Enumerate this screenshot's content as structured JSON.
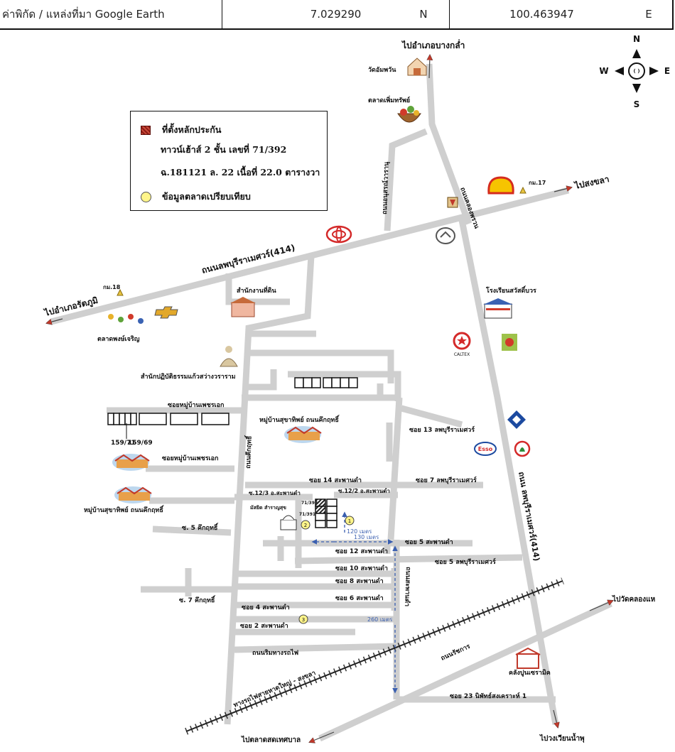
{
  "header": {
    "label": "ค่าพิกัด / แหล่งที่มา Google Earth",
    "latitude": "7.029290",
    "lat_dir": "N",
    "longitude": "100.463947",
    "lon_dir": "E"
  },
  "legend": {
    "collateral": "ที่ตั้งหลักประกัน",
    "property_line1": "ทาวน์เฮ้าส์ 2 ชั้น เลขที่ 71/392",
    "property_line2": "ฉ.181121 ล. 22  เนื้อที่ 22.0 ตารางวา",
    "comparables": "ข้อมูลตลาดเปรียบเทียบ"
  },
  "compass": {
    "n": "N",
    "s": "S",
    "e": "E",
    "w": "W"
  },
  "labels": {
    "to_bang_klam": "ไปอำเภอบางกล่ำ",
    "to_songkhla": "ไปสงขลา",
    "to_rattaphum": "ไปอำเภอรัตภูมิ",
    "to_wat_khlong_hae": "ไปวัดคลองแห",
    "to_market_thesaban": "ไปตลาดสดเทศบาล",
    "to_wiang_nam_phu": "ไปวงเวียนน้ำพุ",
    "wat_am_phawan": "วัดอัมพวัน",
    "talat_phoem_sap": "ตลาดเพิ่มทรัพย์",
    "km17": "กม.17",
    "km18": "กม.18",
    "road_414_main": "ถนนลพบุรีราเมศวร์(414)",
    "road_414_vertical": "ถนน ลพบุรีราเมศวร์(414)",
    "road_khlong_phawan": "ถนนคลองพรวน",
    "road_yanotthun": "ถนนอนุสรณ์วารานุ",
    "land_office": "สำนักงานที่ดิน",
    "school": "โรงเรียนสวัสดิ์บวร",
    "caltex": "CALTEX",
    "esso": "Esso",
    "talat_phong_charoen": "ตลาดพงษ์เจริญ",
    "meditation_center": "สำนักปฏิบัติธรรมแก้วสว่างวราราม",
    "soi_mooban_phet_ek_1": "ซอยหมู่บ้านเพชรเอก",
    "soi_mooban_phet_ek_2": "ซอยหมู่บ้านเพชรเอก",
    "house_15971": "159/71",
    "house_15969": "159/69",
    "village_suchathip_1": "หมู่บ้านสุขาทิพย์ ถนนคึกฤทธิ์",
    "village_suchathip_2": "หมู่บ้านสุขาทิพย์ ถนนคึกฤทธิ์",
    "road_khukrit": "ถนนคึกฤทธิ์",
    "soi13_lopburi": "ซอย 13 ลพบุรีราเมศวร์",
    "soi7_lopburi": "ซอย 7 ลพบุรีราเมศวร์",
    "soi5_lopburi": "ซอย 5 ลพบุรีราเมศวร์",
    "soi14_saphan": "ซอย 14 สะพานดำ",
    "soi12_3": "ซ.12/3 อ.สะพานดำ",
    "soi12_2": "ซ.12/2 อ.สะพานดำ",
    "mosque": "มัสยิด สำราญสุข",
    "unit_71393": "71/393",
    "unit_71391": "71/391",
    "dist_120": "120 เมตร",
    "dist_130": "130 เมตร",
    "dist_260": "260 เมตร",
    "soi5_khukrit": "ซ. 5 คึกฤทธิ์",
    "soi5_saphan": "ซอย 5 สะพานดำ",
    "soi12_saphan": "ซอย 12 สะพานดำ",
    "soi10_saphan": "ซอย 10 สะพานดำ",
    "soi8_saphan": "ซอย 8 สะพานดำ",
    "soi6_saphan": "ซอย 6 สะพานดำ",
    "soi7_khukrit": "ซ. 7 คึกฤทธิ์",
    "soi4_saphan": "ซอย 4 สะพานดำ",
    "soi2_saphan": "ซอย 2 สะพานดำ",
    "road_saphan_dam": "ถนนสะพานดำ",
    "road_railway": "ถนนริมทางรถไฟ",
    "railway": "ทางรถไฟสายหาดใหญ่ - สงขลา",
    "road_ratchakan": "ถนนรัชการ",
    "warehouse": "คลังปูนเซรามิค",
    "soi23_nipphat": "ซอย 23 นิพัทธ์สงเคราะห์ 1",
    "marker1": "1",
    "marker2": "2",
    "marker3": "3"
  },
  "colors": {
    "road": "#cfcfcf",
    "arrow_red": "#c0392b",
    "dimension_blue": "#3a5fb0",
    "comparable_marker": "#fff58a",
    "subject_hatch": "#8c1b14"
  }
}
